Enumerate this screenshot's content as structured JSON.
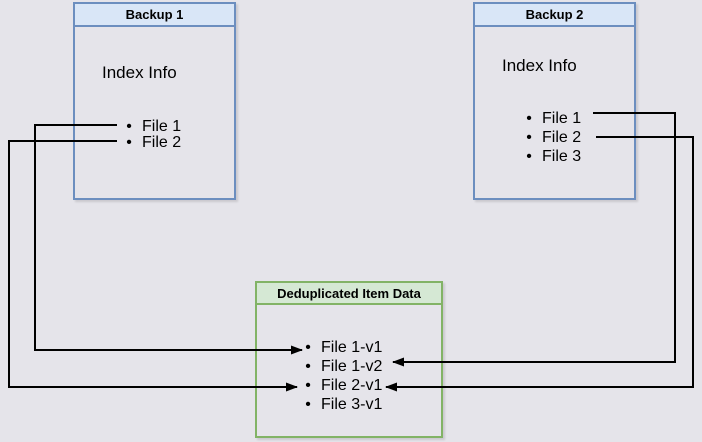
{
  "diagram": {
    "backup1": {
      "title": "Backup 1",
      "index_label": "Index Info",
      "items": [
        "File 1",
        "File 2"
      ]
    },
    "backup2": {
      "title": "Backup 2",
      "index_label": "Index Info",
      "items": [
        "File 1",
        "File 2",
        "File 3"
      ]
    },
    "dedup": {
      "title": "Deduplicated Item Data",
      "items": [
        "File 1-v1",
        "File 1-v2",
        "File 2-v1",
        "File 3-v1"
      ]
    },
    "connections": [
      {
        "from": "Backup 1 / File 1",
        "to": "File 1-v1"
      },
      {
        "from": "Backup 1 / File 2",
        "to": "File 2-v1"
      },
      {
        "from": "Backup 2 / File 1",
        "to": "File 1-v2"
      },
      {
        "from": "Backup 2 / File 2",
        "to": "File 2-v1"
      }
    ],
    "colors": {
      "background": "#e5e4ea",
      "blue_fill": "#d9e6f7",
      "blue_stroke": "#6c8ebf",
      "green_fill": "#d5e8d4",
      "green_stroke": "#82b366",
      "connector": "#000000",
      "text": "#000000"
    }
  }
}
